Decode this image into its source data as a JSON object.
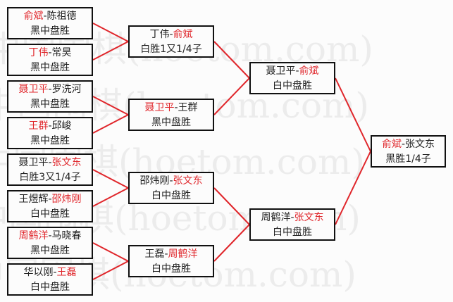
{
  "watermark": "中国围棋(hoetom.com)",
  "colors": {
    "winner": "#e0262b",
    "line": "#e0262b",
    "border": "#111111"
  },
  "separator": "-",
  "rounds": [
    [
      {
        "p1": "俞斌",
        "p2": "陈祖德",
        "winner": 1,
        "result": "黑中盘胜"
      },
      {
        "p1": "丁伟",
        "p2": "常昊",
        "winner": 1,
        "result": "黑中盘胜"
      },
      {
        "p1": "聂卫平",
        "p2": "罗洗河",
        "winner": 1,
        "result": "黑中盘胜"
      },
      {
        "p1": "王群",
        "p2": "邱峻",
        "winner": 1,
        "result": "黑中盘胜"
      },
      {
        "p1": "聂卫平",
        "p2": "张文东",
        "winner": 2,
        "result": "白胜3又1/4子"
      },
      {
        "p1": "王煜辉",
        "p2": "邵炜刚",
        "winner": 2,
        "result": "白中盘胜"
      },
      {
        "p1": "周鹤洋",
        "p2": "马晓春",
        "winner": 1,
        "result": "黑中盘胜"
      },
      {
        "p1": "华以刚",
        "p2": "王磊",
        "winner": 2,
        "result": "白中盘胜"
      }
    ],
    [
      {
        "p1": "丁伟",
        "p2": "俞斌",
        "winner": 2,
        "result": "白胜1又1/4子"
      },
      {
        "p1": "聂卫平",
        "p2": "王群",
        "winner": 1,
        "result": "黑中盘胜"
      },
      {
        "p1": "邵炜刚",
        "p2": "张文东",
        "winner": 2,
        "result": "白中盘胜"
      },
      {
        "p1": "王磊",
        "p2": "周鹤洋",
        "winner": 2,
        "result": "白中盘胜"
      }
    ],
    [
      {
        "p1": "聂卫平",
        "p2": "俞斌",
        "winner": 2,
        "result": "白中盘胜"
      },
      {
        "p1": "周鹤洋",
        "p2": "张文东",
        "winner": 2,
        "result": "白中盘胜"
      }
    ],
    [
      {
        "p1": "俞斌",
        "p2": "张文东",
        "winner": 1,
        "result": "黑胜1/4子"
      }
    ]
  ]
}
